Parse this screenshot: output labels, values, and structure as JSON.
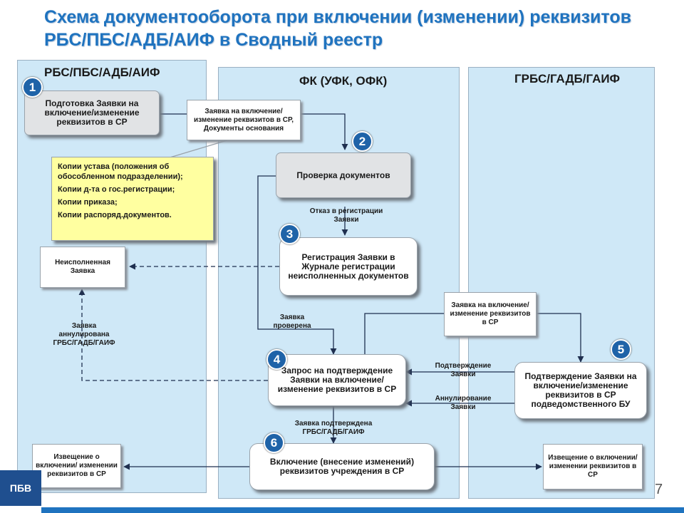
{
  "title": "Схема документооборота при включении (изменении) реквизитов РБС/ПБС/АДБ/АИФ в Сводный реестр",
  "lanes": {
    "left": "РБС/ПБС/АДБ/АИФ",
    "middle": "ФК (УФК, ОФК)",
    "right": "ГРБС/ГАДБ/ГАИФ"
  },
  "steps": {
    "s1": "Подготовка Заявки на включение/изменение реквизитов в СР",
    "s2": "Проверка документов",
    "s3": "Регистрация Заявки в Журнале регистрации неисполненных документов",
    "s4": "Запрос на подтверждение Заявки на включение/ изменение реквизитов в СР",
    "s5": "Подтверждение Заявки на включение/изменение реквизитов в СР подведомственного БУ",
    "s6": "Включение (внесение изменений) реквизитов учреждения в СР"
  },
  "badges": [
    "1",
    "2",
    "3",
    "4",
    "5",
    "6"
  ],
  "docs": {
    "zayavka_docs": "Заявка на включение/изменение реквизитов в СР, Документы основания",
    "unfulfilled": "Неисполненная Заявка",
    "zayavka_right": "Заявка на включение/ изменение реквизитов в СР",
    "notice_left": "Извещение о включении/ изменении реквизитов в СР",
    "notice_right": "Извещение о включении/ изменении реквизитов в СР"
  },
  "note_items": [
    "Копии устава (положения об обособленном подразделении);",
    "Копии д-та о гос.регистрации;",
    "Копии приказа;",
    "Копии распоряд.документов."
  ],
  "labels": {
    "refusal": "Отказ в регистрации\nЗаявки",
    "checked": "Заявка\nпроверена",
    "annulled": "Заявка\nаннулирована\nГРБС/ГАДБ/ГАИФ",
    "confirm": "Подтверждение\nЗаявки",
    "annul": "Аннулирование\nЗаявки",
    "confirmed": "Заявка подтверждена\nГРБС/ГАДБ/ГАИФ"
  },
  "page_number": "7",
  "logo": "ПБВ"
}
